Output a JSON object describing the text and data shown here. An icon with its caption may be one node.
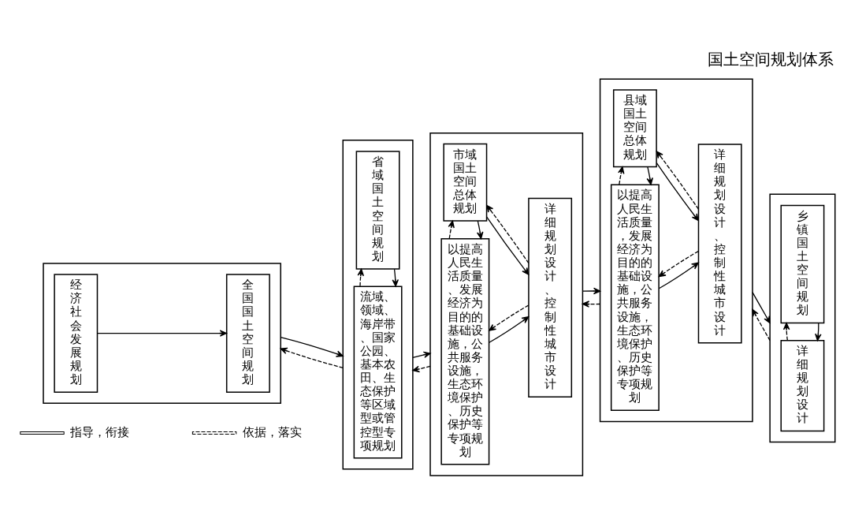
{
  "diagram": {
    "title": "国土空间规划体系",
    "nodes": [
      {
        "text": [],
        "shape": "box"
      },
      {
        "text": [
          "经济社会发展规划"
        ],
        "in": 0
      },
      {
        "text": [
          "全国国土空间规划"
        ],
        "in": 0
      },
      {
        "text": [],
        "shape": "box"
      },
      {
        "text": [
          "省域国土空间规划"
        ],
        "in": 3
      },
      {
        "text": [
          "流域、领域、海岸带、国家公园、基本农田、生态保护等区域型或管控型专项规划"
        ],
        "in": 3
      },
      {
        "text": [],
        "shape": "box"
      },
      {
        "text": [
          "市域国土空间总体规划"
        ],
        "in": 6
      },
      {
        "text": [
          "以提高人民生活质量、发展经济为目的的基础设施，公共服务设施，生态环境保护、历史保护等专项规划"
        ],
        "in": 6
      },
      {
        "text": [
          "详细规划设计、控制性城市设计"
        ],
        "in": 6
      },
      {
        "text": [],
        "shape": "box"
      },
      {
        "text": [
          "县域国土空间总体规划"
        ],
        "in": 10
      },
      {
        "text": [
          "以提高人民生活质量，发展经济为目的的基础设施，公共服务设施，生态环境保护、历史保护等专项规划"
        ],
        "in": 10
      },
      {
        "text": [
          "详细规划设计、控制性城市设计"
        ],
        "in": 10
      },
      {
        "text": [],
        "shape": "box"
      },
      {
        "text": [
          "乡镇国土空间规划"
        ],
        "in": 14
      },
      {
        "text": [
          "详细规划设计"
        ],
        "in": 14
      }
    ],
    "edges": [
      {
        "from": 1,
        "to": 2,
        "arrow": "to"
      },
      {
        "from": 0,
        "to": 3,
        "arrow": "to"
      },
      {
        "from": 3,
        "to": 0,
        "arrow": "to",
        "style": "dashed"
      },
      {
        "from": 4,
        "to": 5,
        "arrow": "to"
      },
      {
        "from": 5,
        "to": 4,
        "arrow": "to",
        "style": "dashed"
      },
      {
        "from": 3,
        "to": 6,
        "arrow": "to"
      },
      {
        "from": 6,
        "to": 3,
        "arrow": "to",
        "style": "dashed"
      },
      {
        "from": 7,
        "to": 9,
        "arrow": "to"
      },
      {
        "from": 9,
        "to": 7,
        "arrow": "to",
        "style": "dashed"
      },
      {
        "from": 7,
        "to": 8,
        "arrow": "to"
      },
      {
        "from": 8,
        "to": 7,
        "arrow": "to",
        "style": "dashed"
      },
      {
        "from": 8,
        "to": 9,
        "arrow": "to"
      },
      {
        "from": 9,
        "to": 8,
        "arrow": "to",
        "style": "dashed"
      },
      {
        "from": 6,
        "to": 10,
        "arrow": "to"
      },
      {
        "from": 10,
        "to": 6,
        "arrow": "to",
        "style": "dashed"
      },
      {
        "from": 11,
        "to": 13,
        "arrow": "to"
      },
      {
        "from": 13,
        "to": 11,
        "arrow": "to",
        "style": "dashed"
      },
      {
        "from": 11,
        "to": 12,
        "arrow": "to"
      },
      {
        "from": 12,
        "to": 11,
        "arrow": "to",
        "style": "dashed"
      },
      {
        "from": 12,
        "to": 13,
        "arrow": "to"
      },
      {
        "from": 13,
        "to": 12,
        "arrow": "to",
        "style": "dashed"
      },
      {
        "from": 10,
        "to": 14,
        "arrow": "to"
      },
      {
        "from": 14,
        "to": 10,
        "arrow": "to",
        "style": "dashed"
      },
      {
        "from": 15,
        "to": 16,
        "arrow": "to"
      },
      {
        "from": 16,
        "to": 15,
        "arrow": "to",
        "style": "dashed"
      }
    ],
    "legend": [
      {
        "text": "指导，衔接"
      },
      {
        "text": "依据，落实"
      }
    ]
  }
}
